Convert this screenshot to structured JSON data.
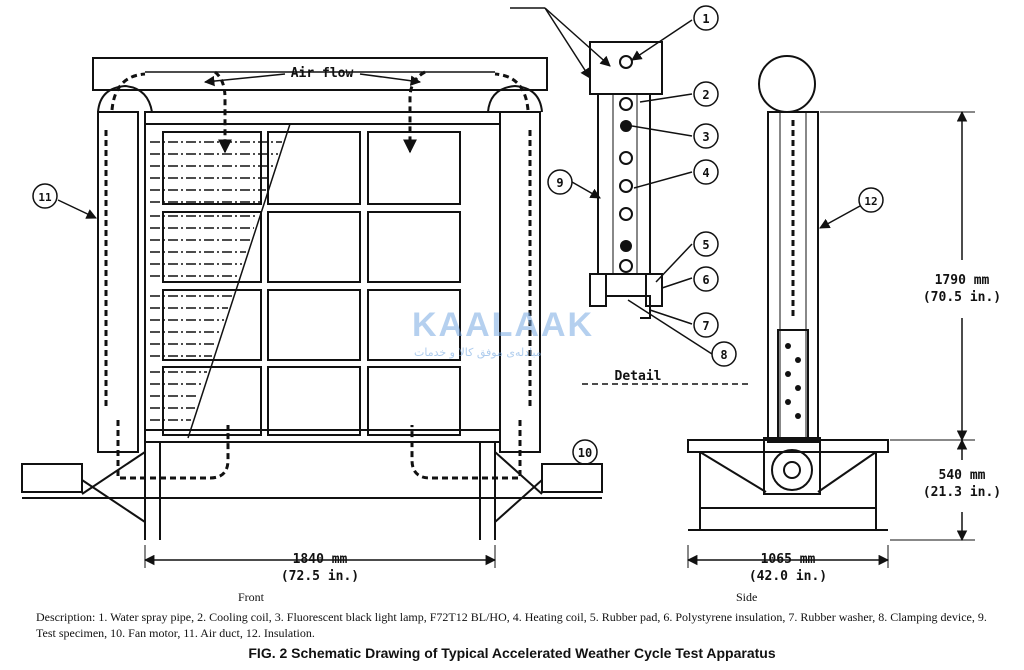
{
  "figure": {
    "air_flow_label": "Air flow",
    "detail_label": "Detail",
    "callouts": [
      "1",
      "2",
      "3",
      "4",
      "5",
      "6",
      "7",
      "8",
      "9",
      "10",
      "11",
      "12"
    ],
    "front_width_mm": "1840 mm",
    "front_width_in": "(72.5 in.)",
    "side_width_mm": "1065 mm",
    "side_width_in": "(42.0 in.)",
    "upper_height_mm": "1790 mm",
    "upper_height_in": "(70.5 in.)",
    "lower_height_mm": "540 mm",
    "lower_height_in": "(21.3 in.)",
    "front_label": "Front",
    "side_label": "Side"
  },
  "description": "Description: 1. Water spray pipe, 2. Cooling coil, 3. Fluorescent black light lamp, F72T12 BL/HO, 4. Heating coil, 5. Rubber pad, 6. Polystyrene insulation, 7. Rubber washer, 8. Clamping device, 9. Test specimen, 10. Fan motor, 11. Air duct, 12. Insulation.",
  "caption": "FIG. 2 Schematic Drawing of Typical Accelerated Weather Cycle Test Apparatus",
  "watermark": {
    "brand": "KAALAAK",
    "tagline": "مبادله‌ی موفق کالا و خدمات",
    "color": "#78aae1"
  }
}
